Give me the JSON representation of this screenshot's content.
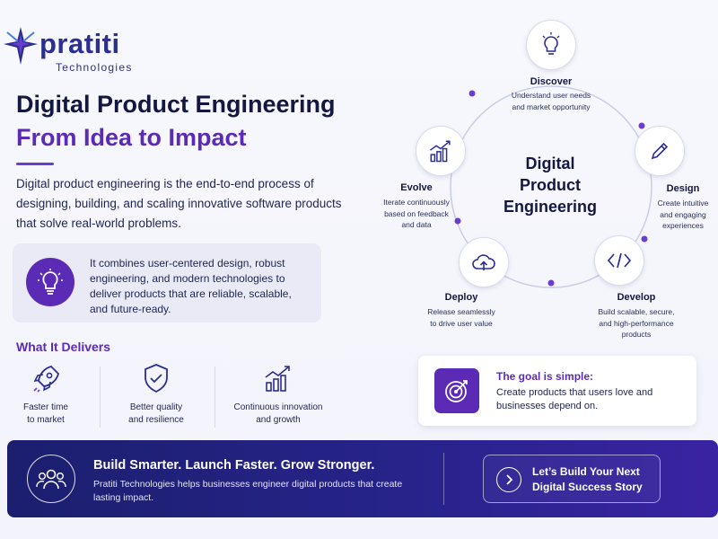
{
  "brand": {
    "name": "pratiti",
    "subtitle": "Technologies",
    "logo_icon": "star-burst-logo-icon"
  },
  "hero": {
    "title_line1": "Digital Product Engineering",
    "title_line2": "From Idea to Impact",
    "intro": "Digital product engineering is the end-to-end process of designing, building, and scaling innovative software products that solve real-world problems."
  },
  "info_card": {
    "icon": "lightbulb-icon",
    "text": "It combines user-centered design, robust engineering, and modern technologies to deliver products that are reliable, scalable, and future-ready."
  },
  "delivers": {
    "title": "What It Delivers",
    "items": [
      {
        "icon": "rocket-icon",
        "line1": "Faster time",
        "line2": "to market"
      },
      {
        "icon": "shield-check-icon",
        "line1": "Better quality",
        "line2": "and resilience"
      },
      {
        "icon": "growth-chart-icon",
        "line1": "Continuous innovation",
        "line2": "and growth"
      }
    ]
  },
  "cycle": {
    "center_line1": "Digital",
    "center_line2": "Product",
    "center_line3": "Engineering",
    "steps": [
      {
        "title": "Discover",
        "icon": "lightbulb-icon",
        "desc1": "Understand user needs",
        "desc2": "and market opportunity",
        "desc3": ""
      },
      {
        "title": "Design",
        "icon": "pencil-icon",
        "desc1": "Create intuitive",
        "desc2": "and engaging",
        "desc3": "experiences"
      },
      {
        "title": "Develop",
        "icon": "code-icon",
        "desc1": "Build scalable, secure,",
        "desc2": "and high-performance",
        "desc3": "products"
      },
      {
        "title": "Deploy",
        "icon": "cloud-upload-icon",
        "desc1": "Release seamlessly",
        "desc2": "to drive user value",
        "desc3": ""
      },
      {
        "title": "Evolve",
        "icon": "growth-chart-icon",
        "desc1": "Iterate continuously",
        "desc2": "based on feedback",
        "desc3": "and data"
      }
    ]
  },
  "goal": {
    "icon": "target-icon",
    "title": "The goal is simple:",
    "text": "Create products that users love and businesses depend on."
  },
  "banner": {
    "icon": "team-icon",
    "title": "Build Smarter. Launch Faster. Grow Stronger.",
    "subtitle": "Pratiti Technologies helps businesses engineer digital products that create lasting impact.",
    "cta_icon": "arrow-right-icon",
    "cta_line1": "Let’s Build Your Next",
    "cta_line2": "Digital Success Story"
  },
  "colors": {
    "brand_navy": "#2b2f8f",
    "accent_purple": "#5b2bb5",
    "heading_dark": "#14173f",
    "banner_start": "#1b1f6e",
    "banner_end": "#3a23a2"
  }
}
